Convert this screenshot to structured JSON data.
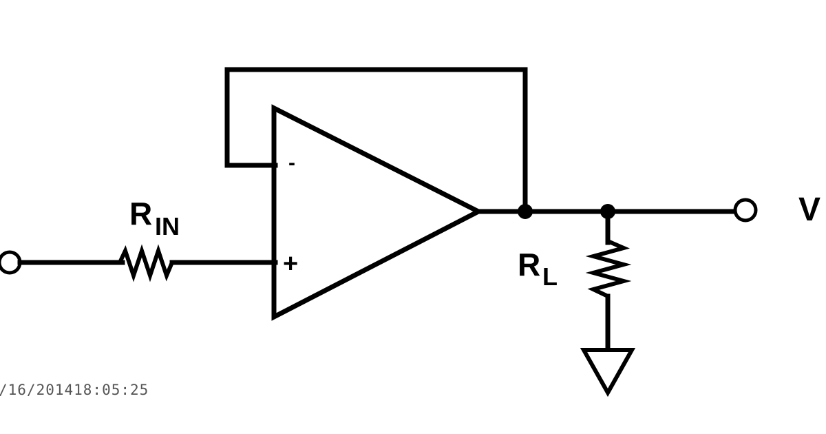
{
  "schematic": {
    "labels": {
      "rin_main": "R",
      "rin_sub": "IN",
      "rl_main": "R",
      "rl_sub": "L",
      "output": "V",
      "minus": "-",
      "plus": "+"
    },
    "timestamp": "/16/201418:05:25",
    "colors": {
      "line": "#000000",
      "background": "#ffffff",
      "timestamp": "#555555"
    }
  }
}
